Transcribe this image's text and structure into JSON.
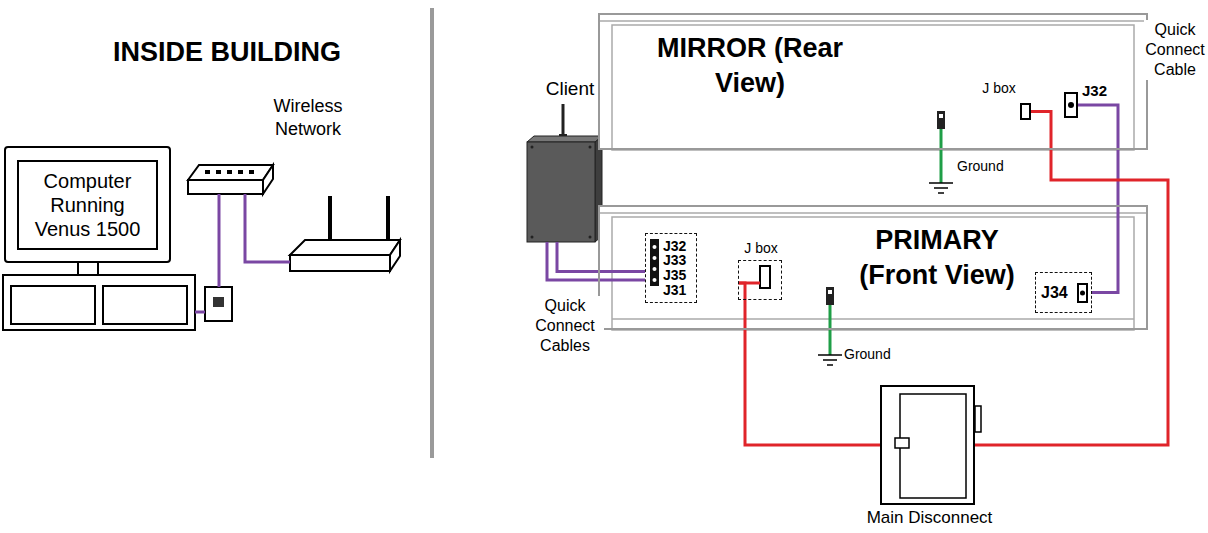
{
  "diagram": {
    "nodes": [
      {
        "text": [
          "Computer Running Venus 1500"
        ]
      },
      {
        "text": [
          "Client"
        ]
      },
      {
        "text": [
          "MIRROR (Rear View)"
        ]
      },
      {
        "text": [
          "J box"
        ],
        "in": 2
      },
      {
        "text": [
          "J32"
        ],
        "in": 2
      },
      {
        "text": [
          "PRIMARY (Front View)"
        ]
      },
      {
        "text": [
          "J32",
          "J33",
          "J35",
          "J31"
        ],
        "in": 5
      },
      {
        "text": [
          "J box"
        ],
        "in": 5
      },
      {
        "text": [
          "J34"
        ],
        "in": 5
      },
      {
        "text": [
          "Main Disconnect"
        ]
      }
    ],
    "edges": [
      {
        "from": 1,
        "to": 6,
        "arrow": "none",
        "label": "Quick Connect Cables"
      },
      {
        "from": 8,
        "to": 4,
        "arrow": "none",
        "label": "Quick Connect Cable"
      },
      {
        "from": 7,
        "to": 9,
        "arrow": "none"
      },
      {
        "from": 9,
        "to": 3,
        "arrow": "none"
      }
    ],
    "labels": [
      "INSIDE BUILDING",
      "Wireless Network",
      "Ground",
      "Ground"
    ]
  }
}
